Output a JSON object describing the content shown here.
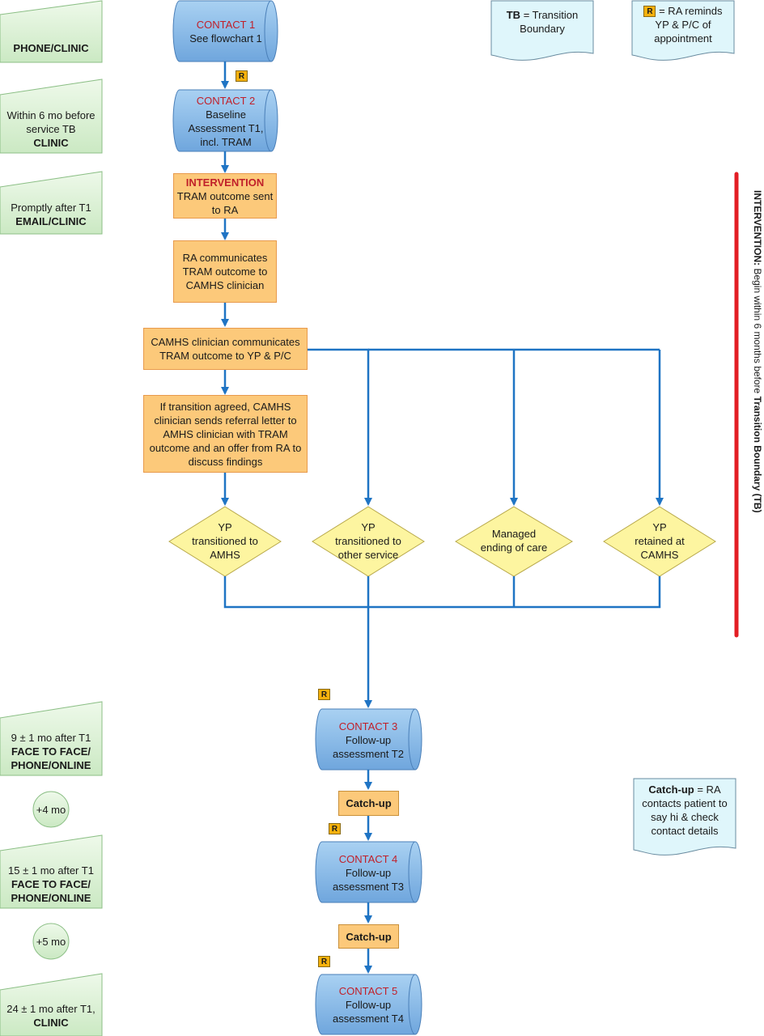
{
  "colors": {
    "arrow": "#1f74c4",
    "cylinder_fill": "#8ebde8",
    "orange_fill": "#fcc97a",
    "diamond_fill": "#fdf5a0",
    "green_fill": "#d9f0d3",
    "doc_fill": "#dff6fb",
    "red_bar": "#e31e24"
  },
  "left_labels": {
    "l1": {
      "line1": "",
      "line2": "PHONE/CLINIC"
    },
    "l2": {
      "line1": "Within 6 mo before",
      "line2": "service TB",
      "line3": "CLINIC"
    },
    "l3": {
      "line1": "Promptly after T1",
      "line2": "EMAIL/CLINIC"
    },
    "l4": {
      "line1": "9  ± 1  mo after T1",
      "line2": "FACE TO FACE/",
      "line3": "PHONE/ONLINE"
    },
    "c1": "+4 mo",
    "l5": {
      "line1": "15  ± 1  mo after T1",
      "line2": "FACE TO FACE/",
      "line3": "PHONE/ONLINE"
    },
    "c2": "+5 mo",
    "l6": {
      "line1": "24  ± 1  mo after T1,",
      "line2": "CLINIC"
    }
  },
  "contacts": {
    "c1": {
      "title": "CONTACT 1",
      "text": "See flowchart 1"
    },
    "c2": {
      "title": "CONTACT 2",
      "line1": "Baseline",
      "line2": "Assessment T1,",
      "line3": "incl. TRAM"
    },
    "c3": {
      "title": "CONTACT 3",
      "line1": "Follow-up",
      "line2": "assessment T2"
    },
    "c4": {
      "title": "CONTACT 4",
      "line1": "Follow-up",
      "line2": "assessment T3"
    },
    "c5": {
      "title": "CONTACT 5",
      "line1": "Follow-up",
      "line2": "assessment T4"
    }
  },
  "steps": {
    "intervention": {
      "title": "INTERVENTION",
      "line1": "TRAM outcome sent",
      "line2": "to RA"
    },
    "ra_comm": {
      "line1": "RA communicates",
      "line2": "TRAM  outcome to",
      "line3": "CAMHS clinician"
    },
    "camhs_comm": {
      "line1": "CAMHS clinician communicates",
      "line2": "TRAM outcome to YP & P/C"
    },
    "referral": {
      "line1": "If transition agreed, CAMHS",
      "line2": "clinician sends referral letter to",
      "line3": "AMHS clinician with TRAM",
      "line4": "outcome and an offer from RA to",
      "line5": "discuss findings"
    }
  },
  "outcomes": {
    "d1": {
      "line1": "YP",
      "line2": "transitioned to",
      "line3": "AMHS"
    },
    "d2": {
      "line1": "YP",
      "line2": "transitioned to",
      "line3": "other service"
    },
    "d3": {
      "line1": "Managed",
      "line2": "ending of care"
    },
    "d4": {
      "line1": "YP",
      "line2": "retained at",
      "line3": "CAMHS"
    }
  },
  "catchup": {
    "label1": "Catch-up",
    "label2": "Catch-up"
  },
  "badge": "R",
  "legend": {
    "tb_term": "TB",
    "tb_def1": " = Transition",
    "tb_def2": "Boundary",
    "r_def1": " = RA reminds",
    "r_def2": "YP & P/C of",
    "r_def3": "appointment",
    "catch_term": "Catch-up",
    "catch_def1": " = RA",
    "catch_def2": "contacts patient to",
    "catch_def3": "say hi & check",
    "catch_def4": "contact details"
  },
  "side_note": {
    "bold1": "INTERVENTION:",
    "text": " Begin within 6 months before ",
    "bold2": "Transition Boundary (TB)"
  }
}
